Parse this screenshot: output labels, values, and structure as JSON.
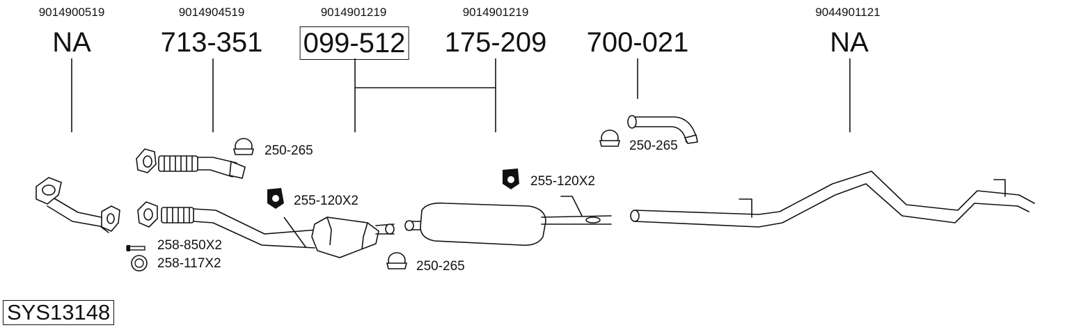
{
  "oe_numbers": [
    "9014900519",
    "9014904519",
    "9014901219",
    "9014901219",
    "9044901121"
  ],
  "part_numbers": [
    "NA",
    "713-351",
    "099-512",
    "175-209",
    "700-021",
    "NA"
  ],
  "labels": {
    "clamp_a": "250-265",
    "clamp_b": "250-265",
    "clamp_c": "250-265",
    "hanger_a": "255-120X2",
    "hanger_b": "255-120X2",
    "bolt": "258-850X2",
    "gasket": "258-117X2"
  },
  "system_id": "SYS13148"
}
